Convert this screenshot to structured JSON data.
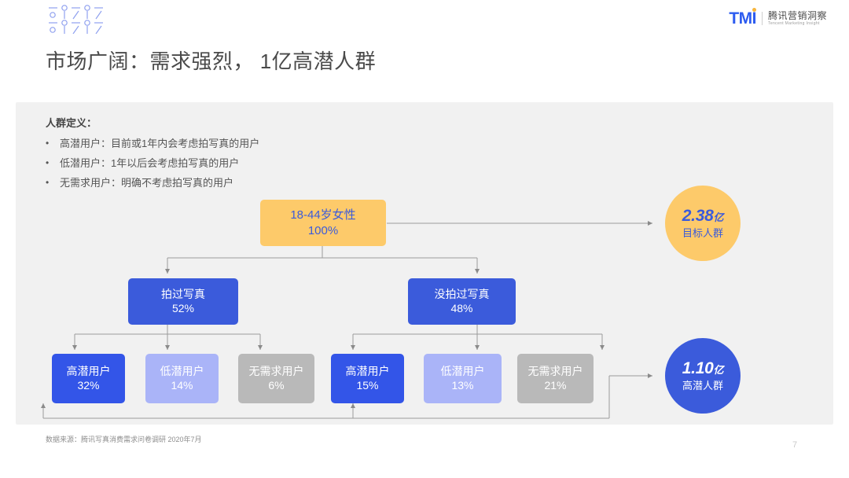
{
  "header": {
    "brand_mark": "TMI",
    "brand_cn": "腾讯营销洞察",
    "brand_en": "Tencent Marketing Insight",
    "logo_icon": "dot-grid-logo"
  },
  "title": "市场广阔：需求强烈， 1亿高潜人群",
  "definition": {
    "heading": "人群定义：",
    "bullet": "•",
    "items": [
      "高潜用户：目前或1年内会考虑拍写真的用户",
      "低潜用户：1年以后会考虑拍写真的用户",
      "无需求用户：明确不考虑拍写真的用户"
    ]
  },
  "flow": {
    "root": {
      "label": "18-44岁女性",
      "value": "100%"
    },
    "level2": [
      {
        "label": "拍过写真",
        "value": "52%"
      },
      {
        "label": "没拍过写真",
        "value": "48%"
      }
    ],
    "level3_left": [
      {
        "label": "高潜用户",
        "value": "32%"
      },
      {
        "label": "低潜用户",
        "value": "14%"
      },
      {
        "label": "无需求用户",
        "value": "6%"
      }
    ],
    "level3_right": [
      {
        "label": "高潜用户",
        "value": "15%"
      },
      {
        "label": "低潜用户",
        "value": "13%"
      },
      {
        "label": "无需求用户",
        "value": "21%"
      }
    ],
    "callouts": [
      {
        "number": "2.38",
        "unit": "亿",
        "caption": "目标人群"
      },
      {
        "number": "1.10",
        "unit": "亿",
        "caption": "高潜人群"
      }
    ]
  },
  "colors": {
    "accent_blue": "#3b5bdb",
    "light_blue": "#aab4f8",
    "yellow": "#fdca6a",
    "gray": "#b9b9b9",
    "card_bg": "#f1f1f1",
    "connector": "#9a9a9a"
  },
  "footer": {
    "source": "数据来源：腾讯写真消费需求问卷调研 2020年7月",
    "page_number": "7"
  }
}
